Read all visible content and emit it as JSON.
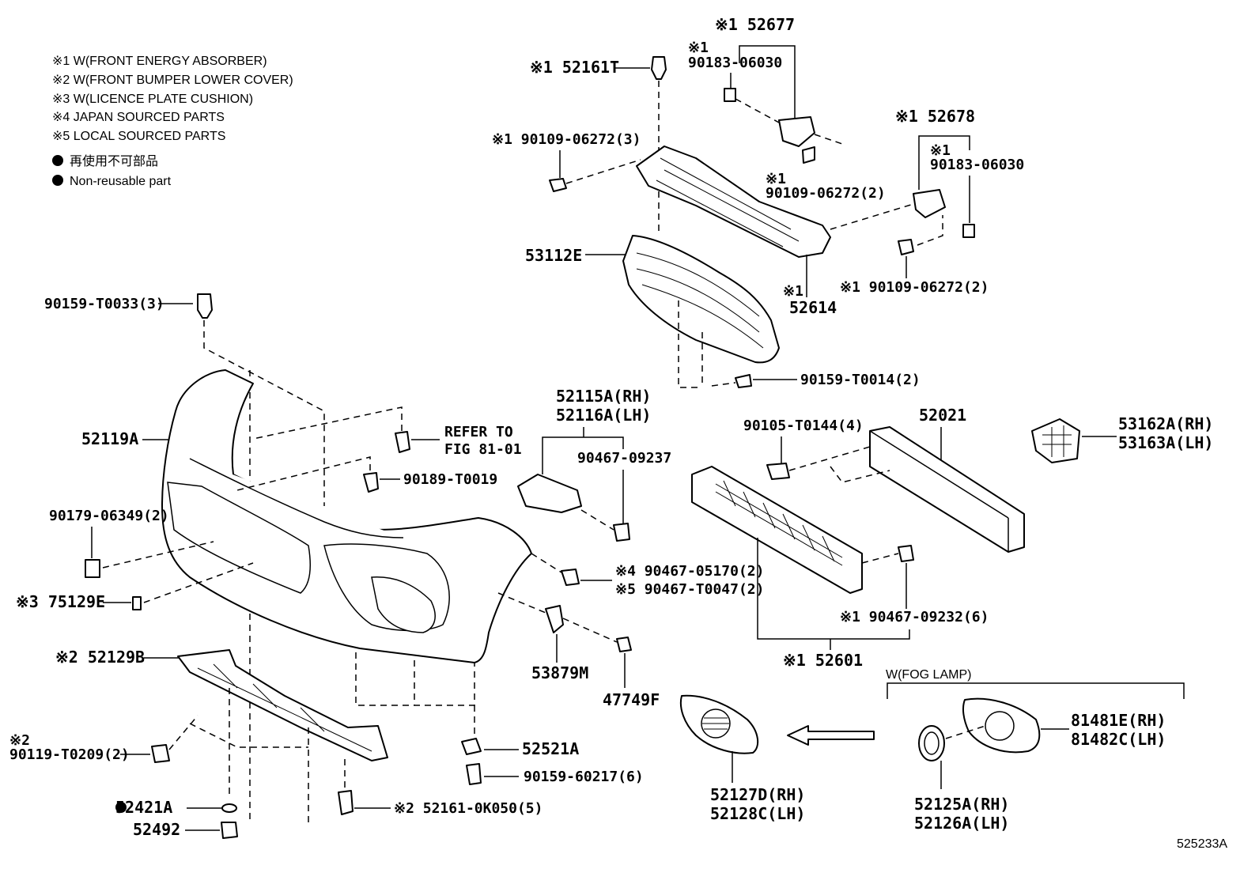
{
  "legend": {
    "notes": [
      "※1 W(FRONT ENERGY ABSORBER)",
      "※2 W(FRONT BUMPER LOWER COVER)",
      "※3 W(LICENCE PLATE CUSHION)",
      "※4 JAPAN SOURCED PARTS",
      "※5 LOCAL SOURCED PARTS"
    ],
    "nonreusable_ja": "再使用不可部品",
    "nonreusable_en": "Non-reusable part"
  },
  "labels": {
    "p52677": "※1 52677",
    "p90183_a_mark": "※1",
    "p90183_a": "90183-06030",
    "p52161T": "※1 52161T",
    "p90109_3": "※1 90109-06272(3)",
    "p90109_2a_mark": "※1",
    "p90109_2a": "90109-06272(2)",
    "p52678": "※1 52678",
    "p90183_b_mark": "※1",
    "p90183_b": "90183-06030",
    "p53112E": "53112E",
    "p52614_mark": "※1",
    "p52614": "52614",
    "p90109_2b": "※1 90109-06272(2)",
    "p90159_T0033": "90159-T0033(3)",
    "p90159_T0014": "90159-T0014(2)",
    "p52119A": "52119A",
    "refer_1": "REFER TO",
    "refer_2": "FIG 81-01",
    "p90189": "90189-T0019",
    "p52115A": "52115A(RH)",
    "p52116A": "52116A(LH)",
    "p90467_09237": "90467-09237",
    "p90179": "90179-06349(2)",
    "p75129E": "※3 75129E",
    "p90467_05170": "※4 90467-05170(2)",
    "p90467_T0047": "※5 90467-T0047(2)",
    "p52021": "52021",
    "p90105": "90105-T0144(4)",
    "p53162A": "53162A(RH)",
    "p53163A": "53163A(LH)",
    "p90467_09232": "※1 90467-09232(6)",
    "p52601": "※1 52601",
    "p52129B": "※2 52129B",
    "p53879M": "53879M",
    "p47749F": "47749F",
    "p90119_mark": "※2",
    "p90119": "90119-T0209(2)",
    "p52521A": "52521A",
    "p90159_60217": "90159-60217(6)",
    "p52421A": "52421A",
    "p52161_0K050": "※2 52161-0K050(5)",
    "p52492": "52492",
    "fog_title": "W(FOG LAMP)",
    "p81481E": "81481E(RH)",
    "p81482C": "81482C(LH)",
    "p52127D": "52127D(RH)",
    "p52128C": "52128C(LH)",
    "p52125A": "52125A(RH)",
    "p52126A": "52126A(LH)",
    "fig_code": "525233A"
  }
}
